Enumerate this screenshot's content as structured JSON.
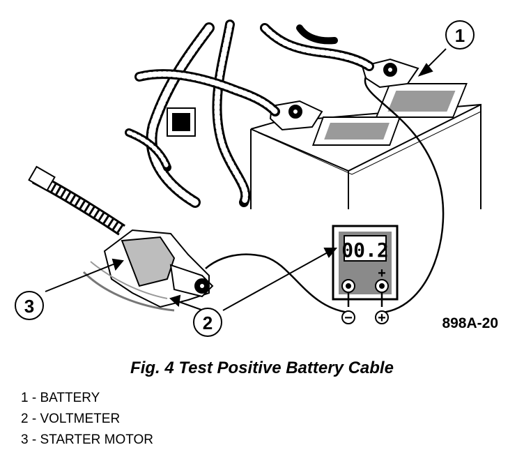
{
  "figure": {
    "code": "898A-20",
    "caption": "Fig. 4 Test Positive Battery Cable"
  },
  "callouts": [
    {
      "number": "1"
    },
    {
      "number": "2"
    },
    {
      "number": "3"
    }
  ],
  "meter": {
    "display": "00.2",
    "minus": "−",
    "plus": "+"
  },
  "legend": [
    {
      "text": "1 - BATTERY"
    },
    {
      "text": "2 - VOLTMETER"
    },
    {
      "text": "3 - STARTER MOTOR"
    }
  ]
}
